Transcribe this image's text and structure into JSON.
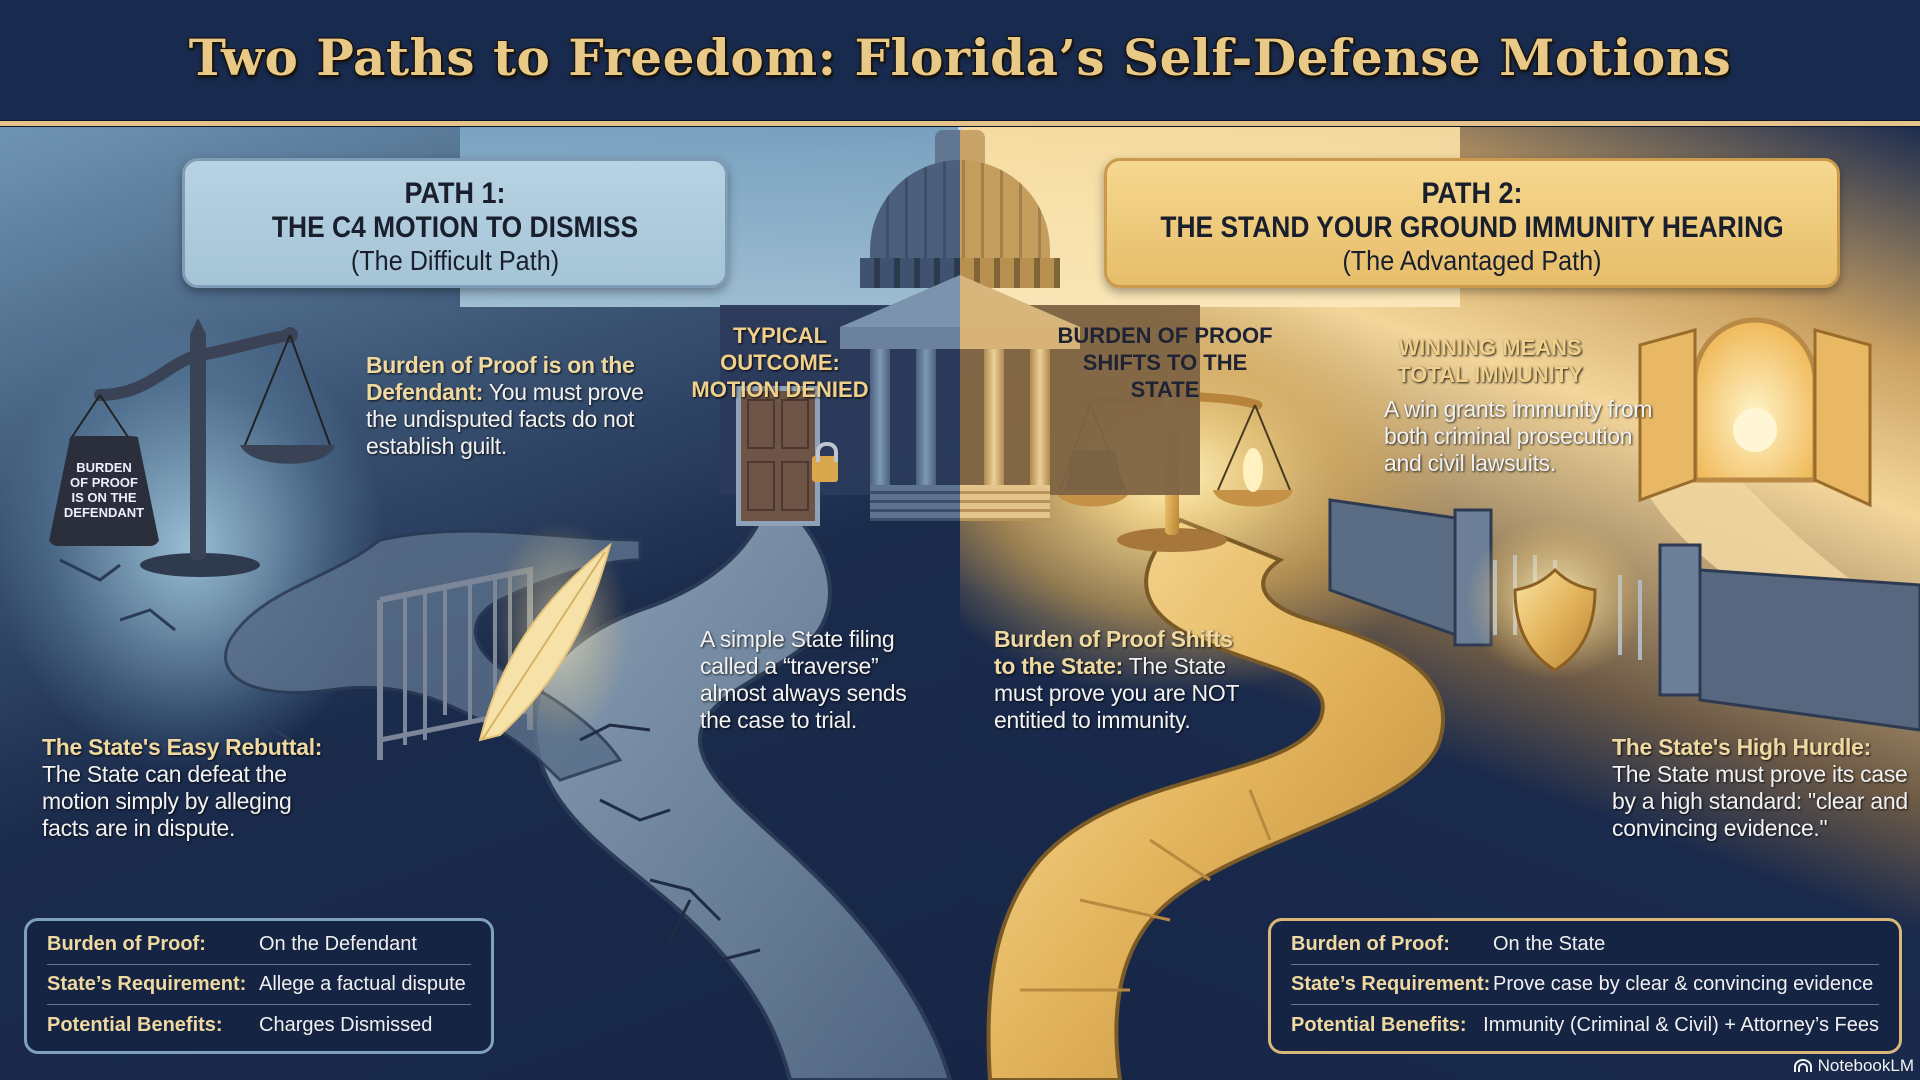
{
  "title": "Two Paths to Freedom: Florida’s Self-Defense Motions",
  "colors": {
    "background_navy": "#17264a",
    "title_gold": "#e9c987",
    "path1_box": "#b7d3e3",
    "path2_box": "#f0cf80",
    "lead_gold": "#f0d9a0",
    "denied_red": "#e03a3a"
  },
  "path1": {
    "number": "PATH 1:",
    "name": "THE C4 MOTION TO DISMISS",
    "subtitle": "(The Difficult Path)",
    "weight_label": [
      "BURDEN",
      "OF PROOF",
      "IS ON THE",
      "DEFENDANT"
    ],
    "burden_callout": {
      "lead": "Burden of Proof is on the Defendant:",
      "body": " You must prove the undisputed facts do not establish guilt."
    },
    "outcome_label": [
      "TYPICAL OUTCOME:",
      "MOTION DENIED"
    ],
    "traverse_note": "A simple State filing called a “traverse” almost always sends the case to trial.",
    "rebuttal_callout": {
      "lead": "The State's Easy Rebuttal:",
      "body": "The State can defeat the motion simply by alleging facts are in dispute."
    },
    "summary": [
      {
        "label": "Burden of Proof:",
        "value": "On the Defendant"
      },
      {
        "label": "State’s Requirement:",
        "value": "Allege a factual dispute"
      },
      {
        "label": "Potential Benefits:",
        "value": "Charges Dismissed"
      }
    ]
  },
  "path2": {
    "number": "PATH 2:",
    "name": "THE STAND YOUR GROUND IMMUNITY HEARING",
    "subtitle": "(The Advantaged Path)",
    "shift_label": [
      "BURDEN OF PROOF",
      "SHIFTS TO THE STATE"
    ],
    "immunity_label": [
      "WINNING MEANS",
      "TOTAL IMMUNITY"
    ],
    "immunity_note": "A win grants immunity from both criminal prosecution and civil lawsuits.",
    "shift_callout": {
      "lead": "Burden of Proof Shifts to the State:",
      "body": " The State must prove you are NOT entitied to immunity."
    },
    "hurdle_callout": {
      "lead": "The State's High Hurdle:",
      "body": "The State must prove its case by a high standard: \"clear and convincing evidence.\""
    },
    "summary": [
      {
        "label": "Burden of Proof:",
        "value": "On the State"
      },
      {
        "label": "State’s Requirement:",
        "value": "Prove case by clear & convincing evidence"
      },
      {
        "label": "Potential Benefits:",
        "value": "Immunity (Criminal & Civil) + Attorney’s Fees"
      }
    ]
  },
  "icons": {
    "scale_left": "scales-of-justice-tilted-icon",
    "weight": "burden-weight-icon",
    "door_denied": "locked-door-icon",
    "x_mark": "x-mark-icon",
    "padlock": "padlock-icon",
    "feather": "glowing-feather-icon",
    "gate_left": "broken-gate-icon",
    "scale_right": "balanced-scales-icon",
    "open_doors": "open-doors-sunrise-icon",
    "shield": "shield-icon",
    "courthouse": "courthouse-dome-icon"
  },
  "brand": "NotebookLM"
}
